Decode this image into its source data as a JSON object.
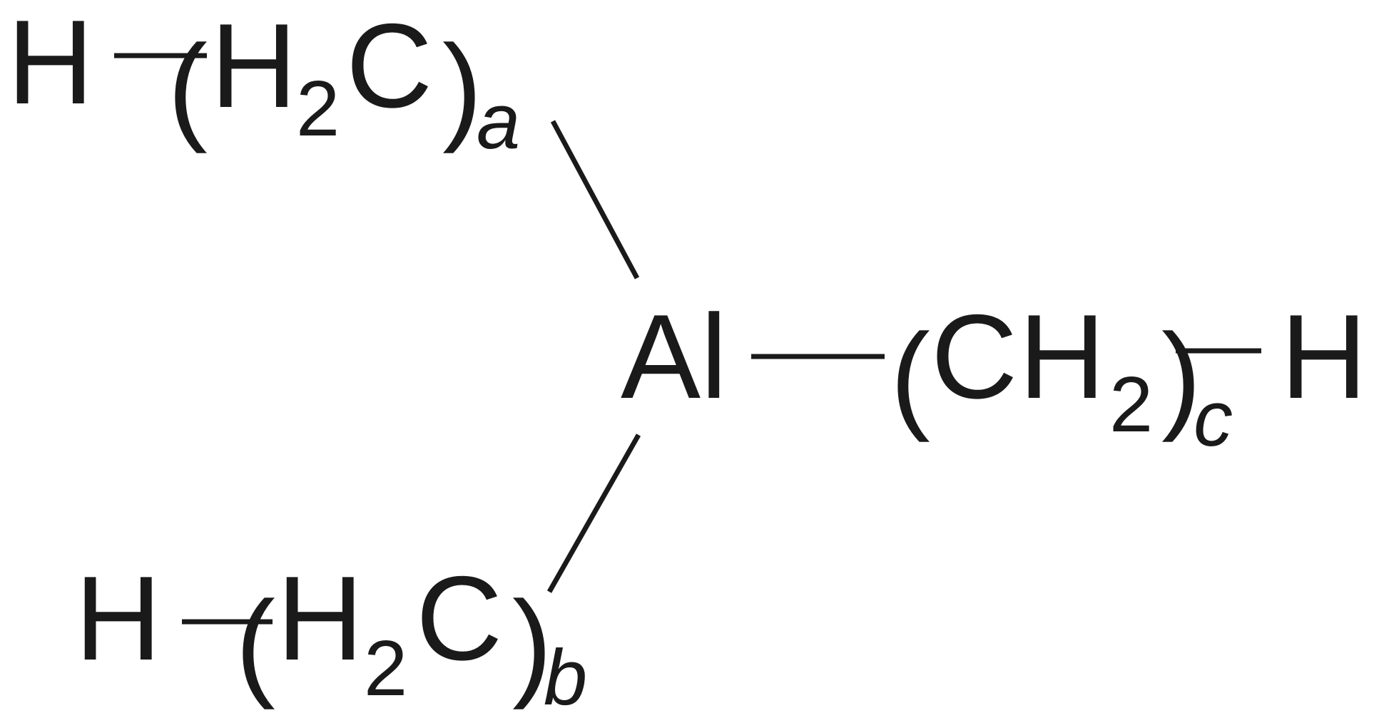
{
  "structure": {
    "center_atom": "Al",
    "top_chain": {
      "terminal": "H",
      "open": "(",
      "unit": "H",
      "count": "2",
      "atom": "C",
      "close": ")",
      "index": "a"
    },
    "right_chain": {
      "open": "(",
      "atom": "C",
      "unit": "H",
      "count": "2",
      "close": ")",
      "index": "c",
      "terminal": "H"
    },
    "bottom_chain": {
      "terminal": "H",
      "open": "(",
      "unit": "H",
      "count": "2",
      "atom": "C",
      "close": ")",
      "index": "b"
    }
  },
  "colors": {
    "ink": "#1a1a1a",
    "background": "#ffffff"
  }
}
